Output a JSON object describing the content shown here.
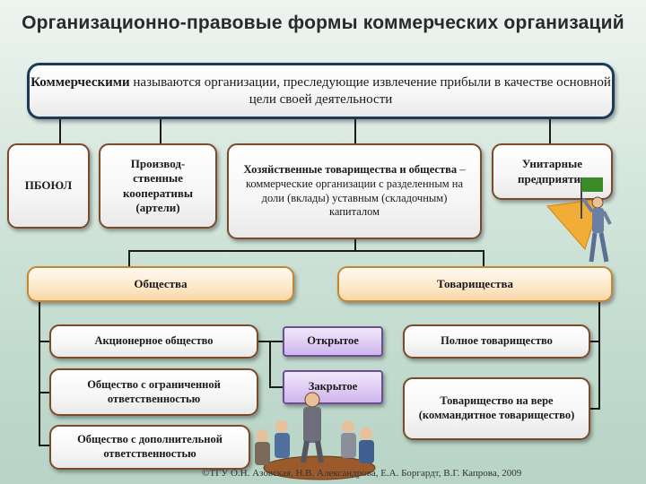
{
  "title": "Организационно-правовые формы коммерческих организаций",
  "definition": {
    "bold_word": "Коммерческими",
    "rest": " называются организации, преследующие извлечение прибыли в качестве основной цели своей деятельности"
  },
  "forms": {
    "pboul": "ПБОЮЛ",
    "coops": "Производ-ственные кооперативы (артели)",
    "partnerships_title": "Хозяйственные товарищества и общества",
    "partnerships_text": " – коммерческие организации с разделенным на доли (вклады) уставным (складочным) капиталом",
    "unitary": "Унитарные предприятия"
  },
  "groups": {
    "societies": "Общества",
    "partnerships": "Товарищества"
  },
  "societies": [
    "Акционерное общество",
    "Общество с ограниченной ответственностью",
    "Общество с дополнительной ответственностью"
  ],
  "joint_stock_types": [
    "Открытое",
    "Закрытое"
  ],
  "partnership_types": [
    "Полное товарищество",
    "Товарищество на вере (коммандитное товарищество)"
  ],
  "credit": "©ТГУ  О.Н. Азовская, Н.В. Александрова, Е.А. Боргардт, В.Г. Капрова, 2009",
  "colors": {
    "level2_border": "#c5862f",
    "violet_fill": "#ddc9f2",
    "background": "#c8ddd2"
  }
}
